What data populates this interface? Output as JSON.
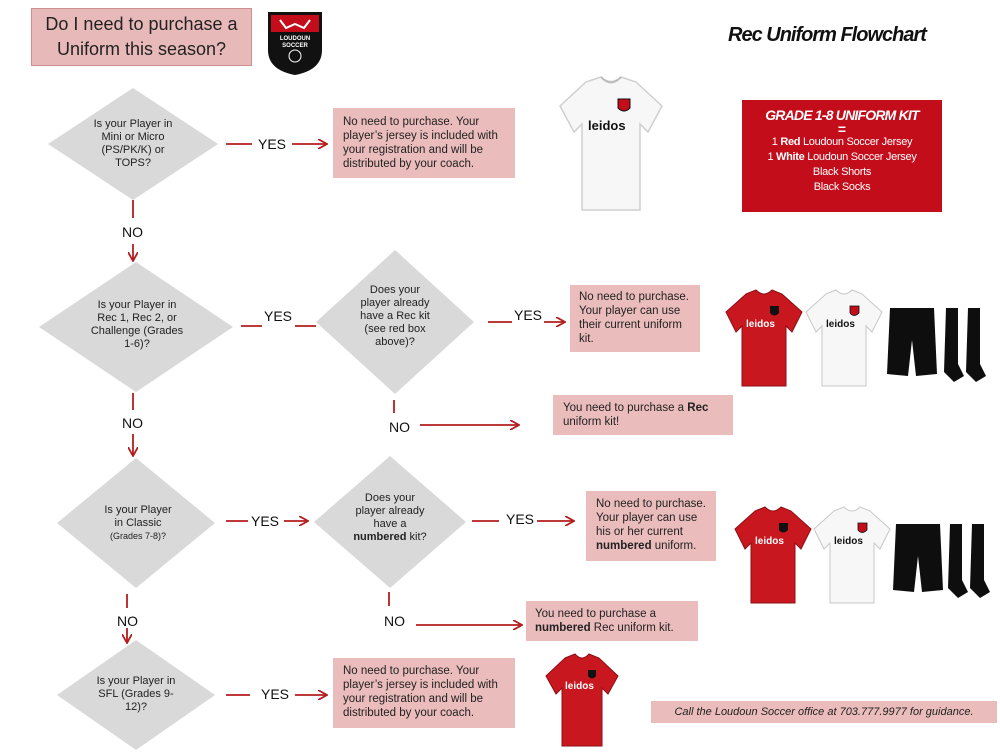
{
  "start": {
    "line1": "Do I need to purchase a",
    "line2": "Uniform this season?"
  },
  "title": "Rec Uniform Flowchart",
  "logo": {
    "text": "LOUDOUN SOCCER"
  },
  "kit_box": {
    "heading": "GRADE 1-8 UNIFORM KIT",
    "eq": "=",
    "lines": [
      {
        "bold": "Red",
        "pre": "1 ",
        "post": " Loudoun Soccer Jersey"
      },
      {
        "bold": "White",
        "pre": "1 ",
        "post": " Loudoun Soccer Jersey"
      },
      {
        "pre": "Black Shorts"
      },
      {
        "pre": "Black Socks"
      }
    ]
  },
  "decisions": {
    "q1": [
      "Is your Player in",
      "Mini or Micro",
      "(PS/PK/K) or",
      "TOPS?"
    ],
    "q2": [
      "Is your Player in",
      "Rec 1, Rec 2, or",
      "Challenge (Grades",
      "1-6)?"
    ],
    "q2b": [
      "Does your",
      "player already",
      "have a Rec kit",
      "(see red box",
      "above)?"
    ],
    "q3": [
      "Is your Player",
      "in Classic"
    ],
    "q3_small": "(Grades 7-8)?",
    "q3b": [
      "Does your",
      "player already",
      "have a"
    ],
    "q3b_bold": "numbered",
    "q3b_tail": " kit?",
    "q4": [
      "Is your Player in",
      "SFL (Grades 9-",
      "12)?"
    ]
  },
  "labels": {
    "yes": "YES",
    "no": "NO"
  },
  "outcomes": {
    "o1": [
      "No need to purchase. Your",
      "player’s jersey is included with",
      "your registration and will be",
      "distributed by your coach."
    ],
    "o2": [
      "No need to purchase.",
      "Your player can use",
      "their current uniform",
      "kit."
    ],
    "o3_pre": "You need to purchase a ",
    "o3_bold": "Rec",
    "o3_line2": "uniform kit!",
    "o4": [
      "No need to purchase.",
      "Your player can use",
      "his or her current"
    ],
    "o4_bold": "numbered",
    "o4_tail": " uniform.",
    "o5_line1": "You need to purchase a",
    "o5_bold": "numbered",
    "o5_tail": " Rec uniform kit.",
    "o6": [
      "No need to purchase. Your",
      "player’s jersey is included with",
      "your registration and will be",
      "distributed by your coach."
    ]
  },
  "jersey_brand": "leidos",
  "footer": "Call the Loudoun Soccer office at 703.777.9977 for guidance.",
  "colors": {
    "accent_red": "#c30d1b",
    "box_pink": "#ebbcbc",
    "diamond_gray": "#d9d9d9",
    "arrow_red": "#b41d1d"
  }
}
